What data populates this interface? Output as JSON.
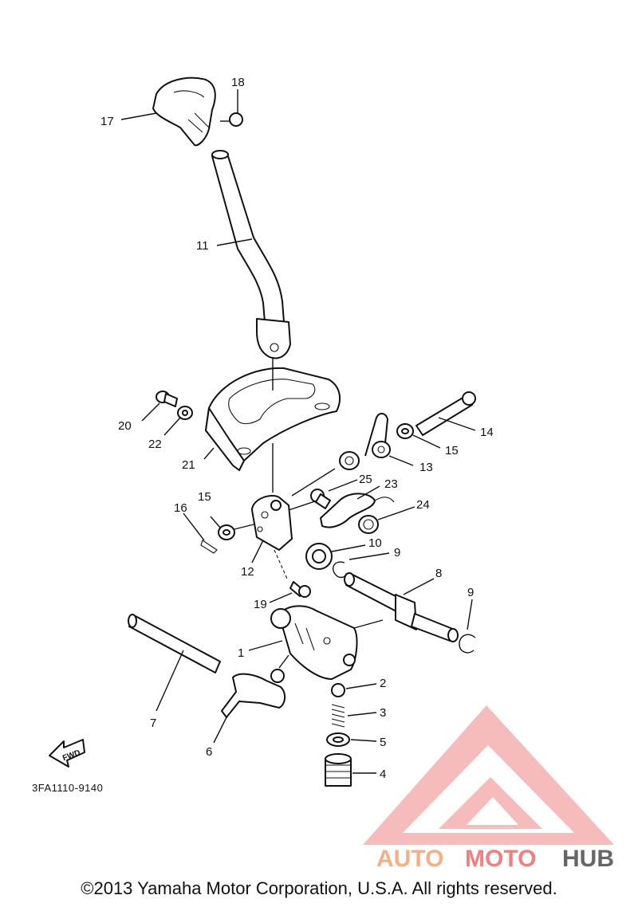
{
  "labels": {
    "l1": "1",
    "l2": "2",
    "l3": "3",
    "l4": "4",
    "l5": "5",
    "l6": "6",
    "l7": "7",
    "l8": "8",
    "l9a": "9",
    "l9b": "9",
    "l10": "10",
    "l11": "11",
    "l12": "12",
    "l13": "13",
    "l14": "14",
    "l15a": "15",
    "l15b": "15",
    "l16": "16",
    "l17": "17",
    "l18": "18",
    "l19": "19",
    "l20": "20",
    "l21": "21",
    "l22": "22",
    "l23": "23",
    "l24": "24",
    "l25": "25"
  },
  "fwd_label": "FWD",
  "diagram_code": "3FA1110-9140",
  "watermark": {
    "auto": "AUTO",
    "moto": "MOTO",
    "hub": "HUB",
    "color_auto": "#f4b084",
    "color_moto": "#f08080",
    "color_hub": "#666666",
    "triangle_color": "#f08080"
  },
  "copyright": "©2013 Yamaha Motor Corporation, U.S.A. All rights reserved."
}
